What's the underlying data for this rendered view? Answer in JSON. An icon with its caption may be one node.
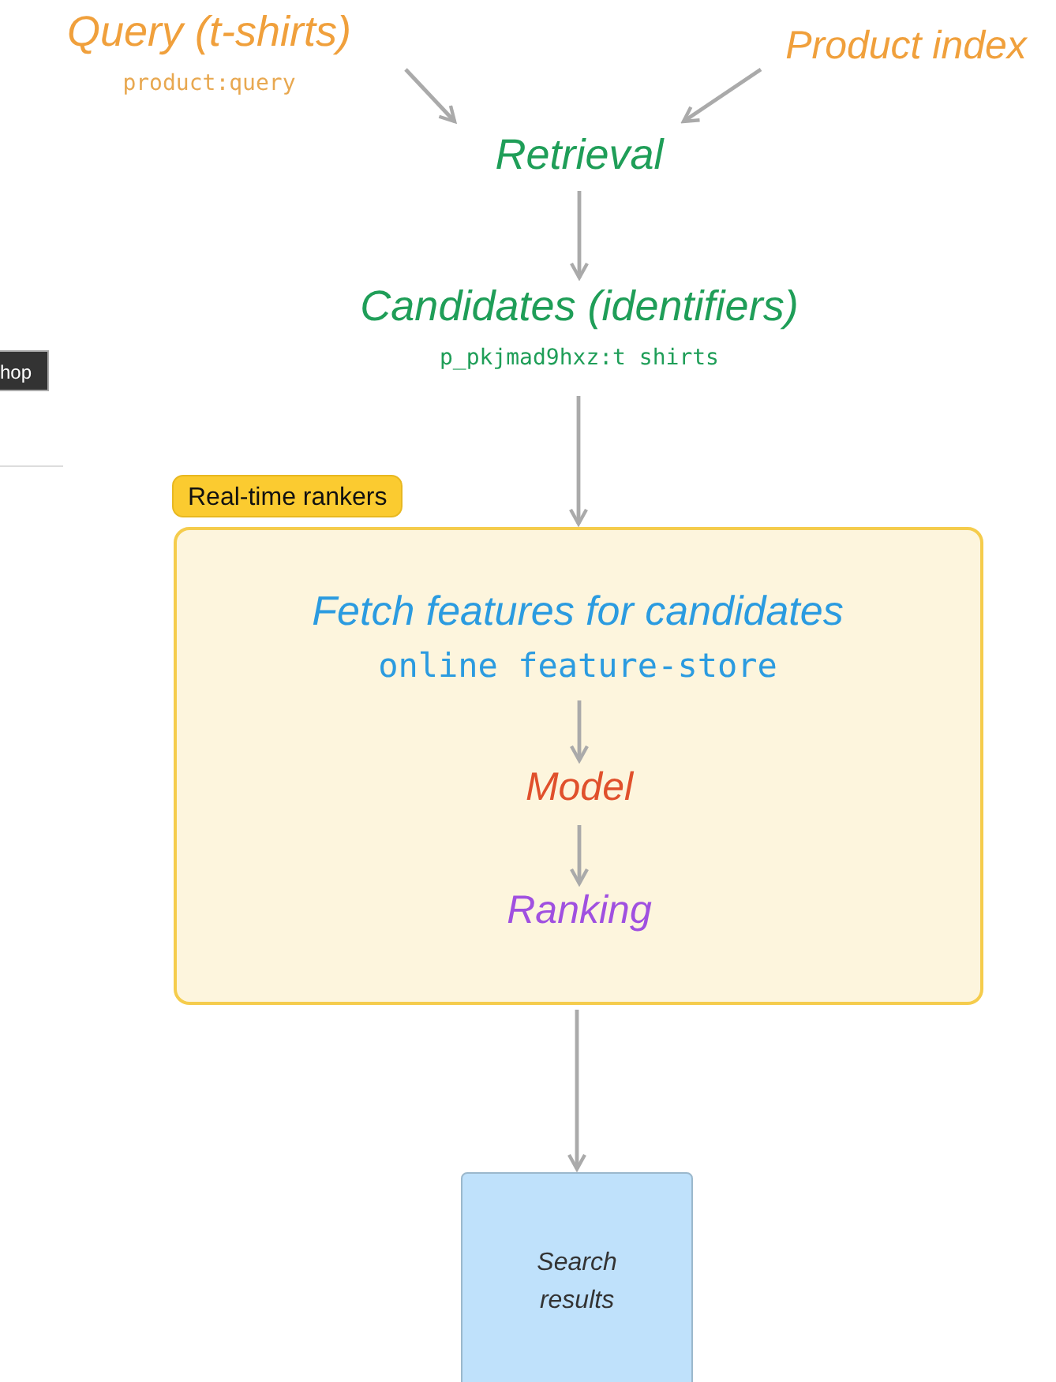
{
  "diagram": {
    "nodes": [
      {
        "text": [
          "Query (t-shirts)",
          "product:query"
        ]
      },
      {
        "text": [
          "Product index"
        ]
      },
      {
        "text": [
          "Retrieval"
        ]
      },
      {
        "text": [
          "Candidates (identifiers)",
          "p_pkjmad9hxz:t shirts"
        ]
      },
      {
        "text": [
          "Real-time rankers"
        ]
      },
      {
        "text": [
          "Fetch features for candidates",
          "online feature-store"
        ],
        "in": 4
      },
      {
        "text": [
          "Model"
        ],
        "in": 4
      },
      {
        "text": [
          "Ranking"
        ],
        "in": 4
      },
      {
        "text": [
          "Search results"
        ]
      }
    ],
    "edges": [
      {
        "from": 0,
        "to": 2,
        "arrow": "to"
      },
      {
        "from": 1,
        "to": 2,
        "arrow": "to"
      },
      {
        "from": 2,
        "to": 3,
        "arrow": "to"
      },
      {
        "from": 3,
        "to": 4,
        "arrow": "to"
      },
      {
        "from": 5,
        "to": 6,
        "arrow": "to"
      },
      {
        "from": 6,
        "to": 7,
        "arrow": "to"
      },
      {
        "from": 4,
        "to": 8,
        "arrow": "to"
      }
    ],
    "labels": [
      "hop"
    ]
  }
}
